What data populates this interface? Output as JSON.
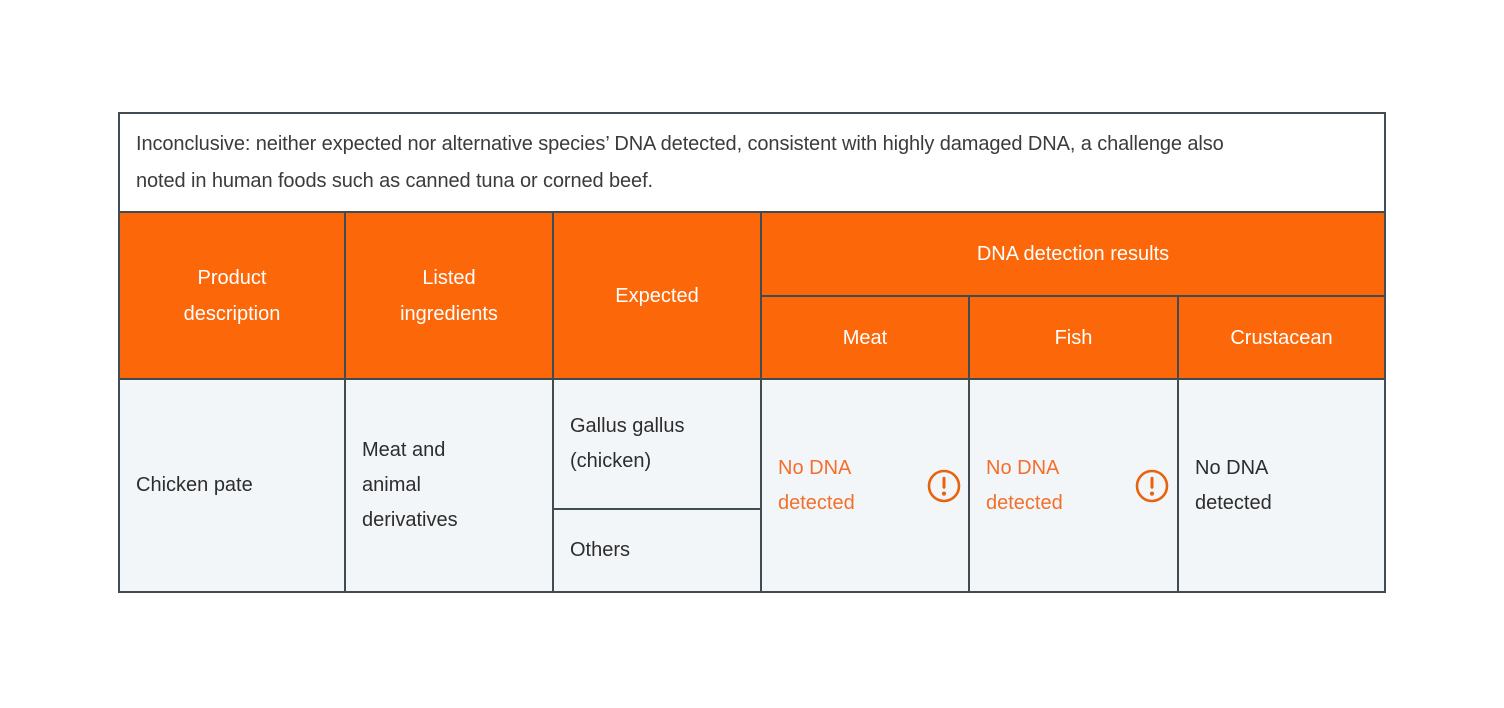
{
  "colors": {
    "border": "#414B52",
    "header_bg": "#FB6709",
    "header_text": "#FFFFFF",
    "cell_bg": "#F3F6F9",
    "note_bg": "#FFFFFF",
    "note_text": "#3B3B3B",
    "body_text": "#2D2D2D",
    "warn_text": "#F2702B",
    "warn_icon": "#E9630F",
    "page_bg": "#FFFFFF"
  },
  "note": {
    "text": "Inconclusive: neither expected nor alternative species’ DNA detected, consistent with highly damaged DNA, a challenge also noted in human foods such as canned tuna or corned beef."
  },
  "table": {
    "headers": {
      "product": "Product description",
      "listed": "Listed ingredients",
      "expected": "Expected",
      "dna_results": "DNA detection results",
      "meat": "Meat",
      "fish": "Fish",
      "crustacean": "Crustacean"
    },
    "row": {
      "product_description": "Chicken pate",
      "listed_ingredients": "Meat and animal derivatives",
      "expected": {
        "primary": "Gallus gallus (chicken)",
        "secondary": "Others"
      },
      "results": {
        "meat": {
          "text": "No DNA detected",
          "flagged": true
        },
        "fish": {
          "text": "No DNA detected",
          "flagged": true
        },
        "crustacean": {
          "text": "No DNA detected",
          "flagged": false
        }
      }
    }
  }
}
